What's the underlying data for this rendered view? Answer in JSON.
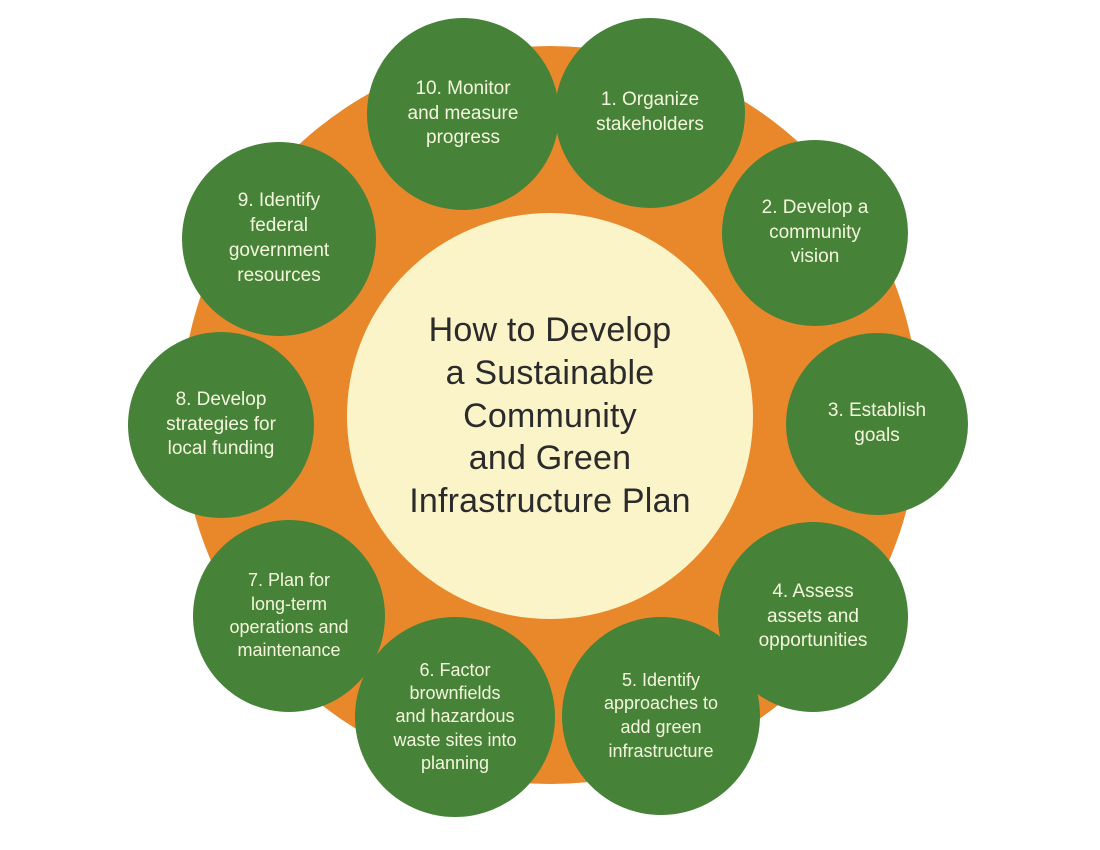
{
  "diagram": {
    "type": "circular-process-diagram",
    "center": {
      "title": "How to Develop\na Sustainable\nCommunity\nand Green\nInfrastructure Plan",
      "title_plain": "How to Develop a Sustainable Community and Green Infrastructure Plan"
    },
    "colors": {
      "background": "#FFFFFF",
      "ring": "#E8882B",
      "center_fill": "#FBF4C8",
      "node_fill": "#478239",
      "node_text": "#F4F7DC",
      "center_text": "#2B2B2B"
    },
    "steps": [
      {
        "number": "1",
        "label": "1. Organize\nstakeholders",
        "text": "Organize stakeholders"
      },
      {
        "number": "2",
        "label": "2. Develop a\ncommunity\nvision",
        "text": "Develop a community vision"
      },
      {
        "number": "3",
        "label": "3. Establish\ngoals",
        "text": "Establish goals"
      },
      {
        "number": "4",
        "label": "4. Assess\nassets and\nopportunities",
        "text": "Assess assets and opportunities"
      },
      {
        "number": "5",
        "label": "5. Identify\napproaches to\nadd green\ninfrastructure",
        "text": "Identify approaches to add green infrastructure"
      },
      {
        "number": "6",
        "label": "6. Factor\nbrownfields\nand hazardous\nwaste sites into\nplanning",
        "text": "Factor brownfields and hazardous waste sites into planning"
      },
      {
        "number": "7",
        "label": "7. Plan for\nlong-term\noperations and\nmaintenance",
        "text": "Plan for long-term operations and maintenance"
      },
      {
        "number": "8",
        "label": "8. Develop\nstrategies for\nlocal funding",
        "text": "Develop strategies for local funding"
      },
      {
        "number": "9",
        "label": "9. Identify\nfederal\ngovernment\nresources",
        "text": "Identify federal government resources"
      },
      {
        "number": "10",
        "label": "10. Monitor\nand measure\nprogress",
        "text": "Monitor and measure progress"
      }
    ],
    "footer_artifact": ""
  }
}
